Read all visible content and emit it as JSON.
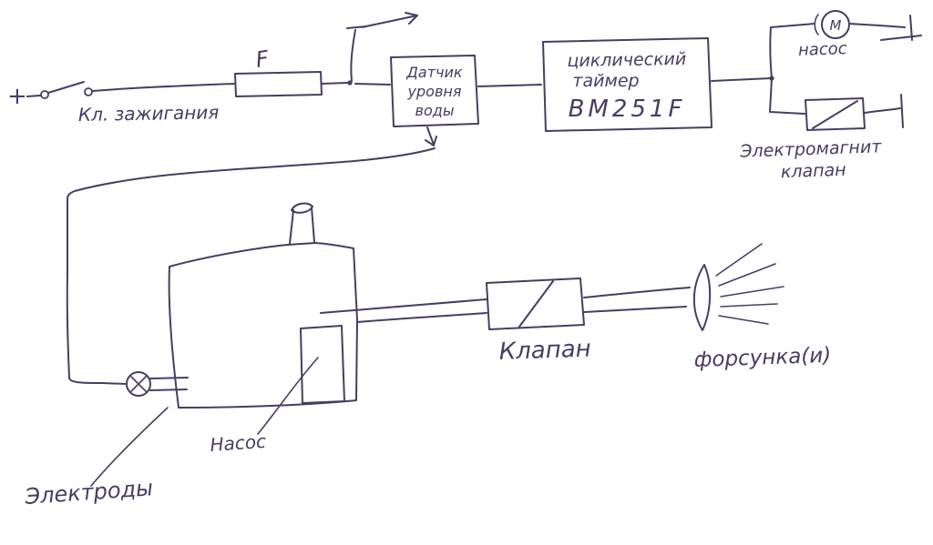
{
  "meta": {
    "ink_color": "#493c63",
    "paper_color": "#ffffff",
    "description": "Hand-drawn schematic of a water pump / cyclic timer circuit"
  },
  "labels": {
    "plus": "+",
    "ignition": "Кл. зажигания",
    "fuse": "F",
    "sensor_line1": "Датчик",
    "sensor_line2": "уровня",
    "sensor_line3": "воды",
    "timer_line1": "циклический",
    "timer_line2": "таймер",
    "timer_model": "BM251F",
    "motor": "M",
    "pump_top": "насос",
    "solenoid_line1": "Электромагнит",
    "solenoid_line2": "клапан",
    "pump_tank": "Насос",
    "valve": "Клапан",
    "nozzle": "форсунка(и)",
    "electrodes": "Электроды"
  }
}
